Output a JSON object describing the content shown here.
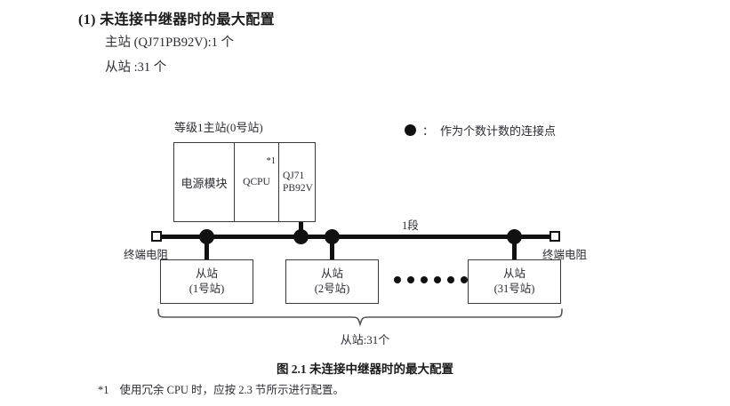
{
  "heading": {
    "title": "(1) 未连接中继器时的最大配置",
    "line1": "主站 (QJ71PB92V):1 个",
    "line2": "从站 :31 个"
  },
  "legend": {
    "symbol": "●",
    "separator": "：",
    "text": "作为个数计数的连接点"
  },
  "diagram": {
    "master_label": "等级1主站(0号站)",
    "rack": {
      "power": "电源模块",
      "cpu": "QCPU",
      "cpu_footnote_mark": "*1",
      "net_line1": "QJ71",
      "net_line2": "PB92V"
    },
    "segment_label": "1段",
    "terminator_left": "终端电阻",
    "terminator_right": "终端电阻",
    "slaves": [
      {
        "name": "从站",
        "station": "(1号站)"
      },
      {
        "name": "从站",
        "station": "(2号站)"
      },
      {
        "name": "从站",
        "station": "(31号站)"
      }
    ],
    "ellipsis_count": 6,
    "brace_label": "从站:31个"
  },
  "caption": "图 2.1  未连接中继器时的最大配置",
  "footnote": {
    "mark": "*1",
    "text": "使用冗余 CPU 时，应按 2.3 节所示进行配置。"
  },
  "colors": {
    "ink": "#231f20",
    "line": "#111111",
    "box_border": "#3a3a3a",
    "text": "#2b2b33"
  }
}
